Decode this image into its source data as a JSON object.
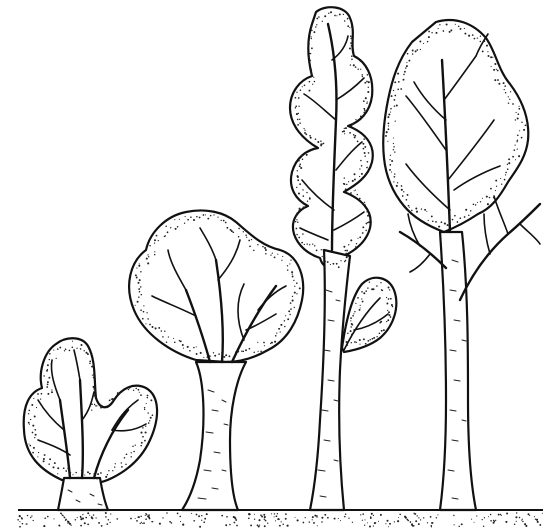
{
  "scene": {
    "colors": {
      "ink": "#111111",
      "paper": "#ffffff"
    },
    "trees": [
      {
        "name": "small-shrub-tree"
      },
      {
        "name": "broad-crown-tree"
      },
      {
        "name": "columnar-lobed-tree"
      },
      {
        "name": "tall-ovate-tree"
      }
    ]
  }
}
